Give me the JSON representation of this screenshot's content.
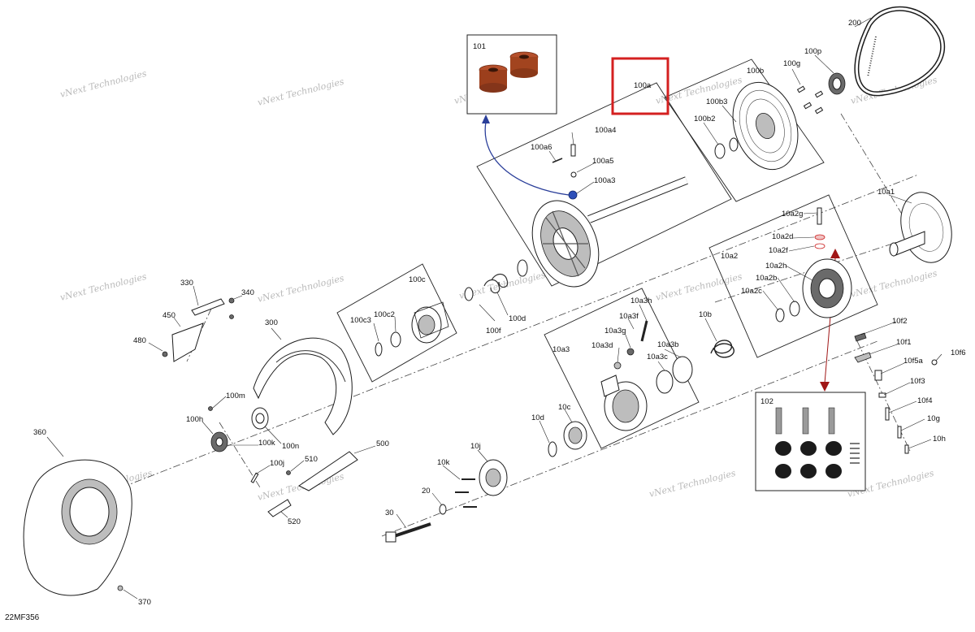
{
  "diagram": {
    "code": "22MF356",
    "watermark": "vNext Technologies",
    "highlight_color": "#d42020",
    "blue_arrow_color": "#2b3f9a",
    "red_arrow_color": "#a01616",
    "callouts": {
      "c101": "101",
      "c102": "102",
      "c100a": "100a",
      "c100a4": "100a4",
      "c100a6": "100a6",
      "c100a5": "100a5",
      "c100a3": "100a3",
      "c100b": "100b",
      "c100b3": "100b3",
      "c100b2": "100b2",
      "c100g": "100g",
      "c100p": "100p",
      "c200": "200",
      "c10a1": "10a1",
      "c10a2": "10a2",
      "c10a2g": "10a2g",
      "c10a2d": "10a2d",
      "c10a2f": "10a2f",
      "c10a2h": "10a2h",
      "c10a2b": "10a2b",
      "c10a2c": "10a2c",
      "c100c": "100c",
      "c100c3": "100c3",
      "c100c2": "100c2",
      "c100d": "100d",
      "c100f": "100f",
      "c10a3": "10a3",
      "c10a3h": "10a3h",
      "c10a3f": "10a3f",
      "c10a3g": "10a3g",
      "c10a3d": "10a3d",
      "c10a3b": "10a3b",
      "c10a3c": "10a3c",
      "c10b": "10b",
      "c10f2": "10f2",
      "c10f1": "10f1",
      "c10f5a": "10f5a",
      "c10f6": "10f6",
      "c10f3": "10f3",
      "c10f4": "10f4",
      "c10g": "10g",
      "c10h": "10h",
      "c330": "330",
      "c340": "340",
      "c450": "450",
      "c480": "480",
      "c300": "300",
      "c100m": "100m",
      "c100h": "100h",
      "c100k": "100k",
      "c100n": "100n",
      "c100j": "100j",
      "c510": "510",
      "c500": "500",
      "c520": "520",
      "c360": "360",
      "c370": "370",
      "c10c": "10c",
      "c10d": "10d",
      "c10j": "10j",
      "c10k": "10k",
      "c20": "20",
      "c30": "30"
    }
  }
}
